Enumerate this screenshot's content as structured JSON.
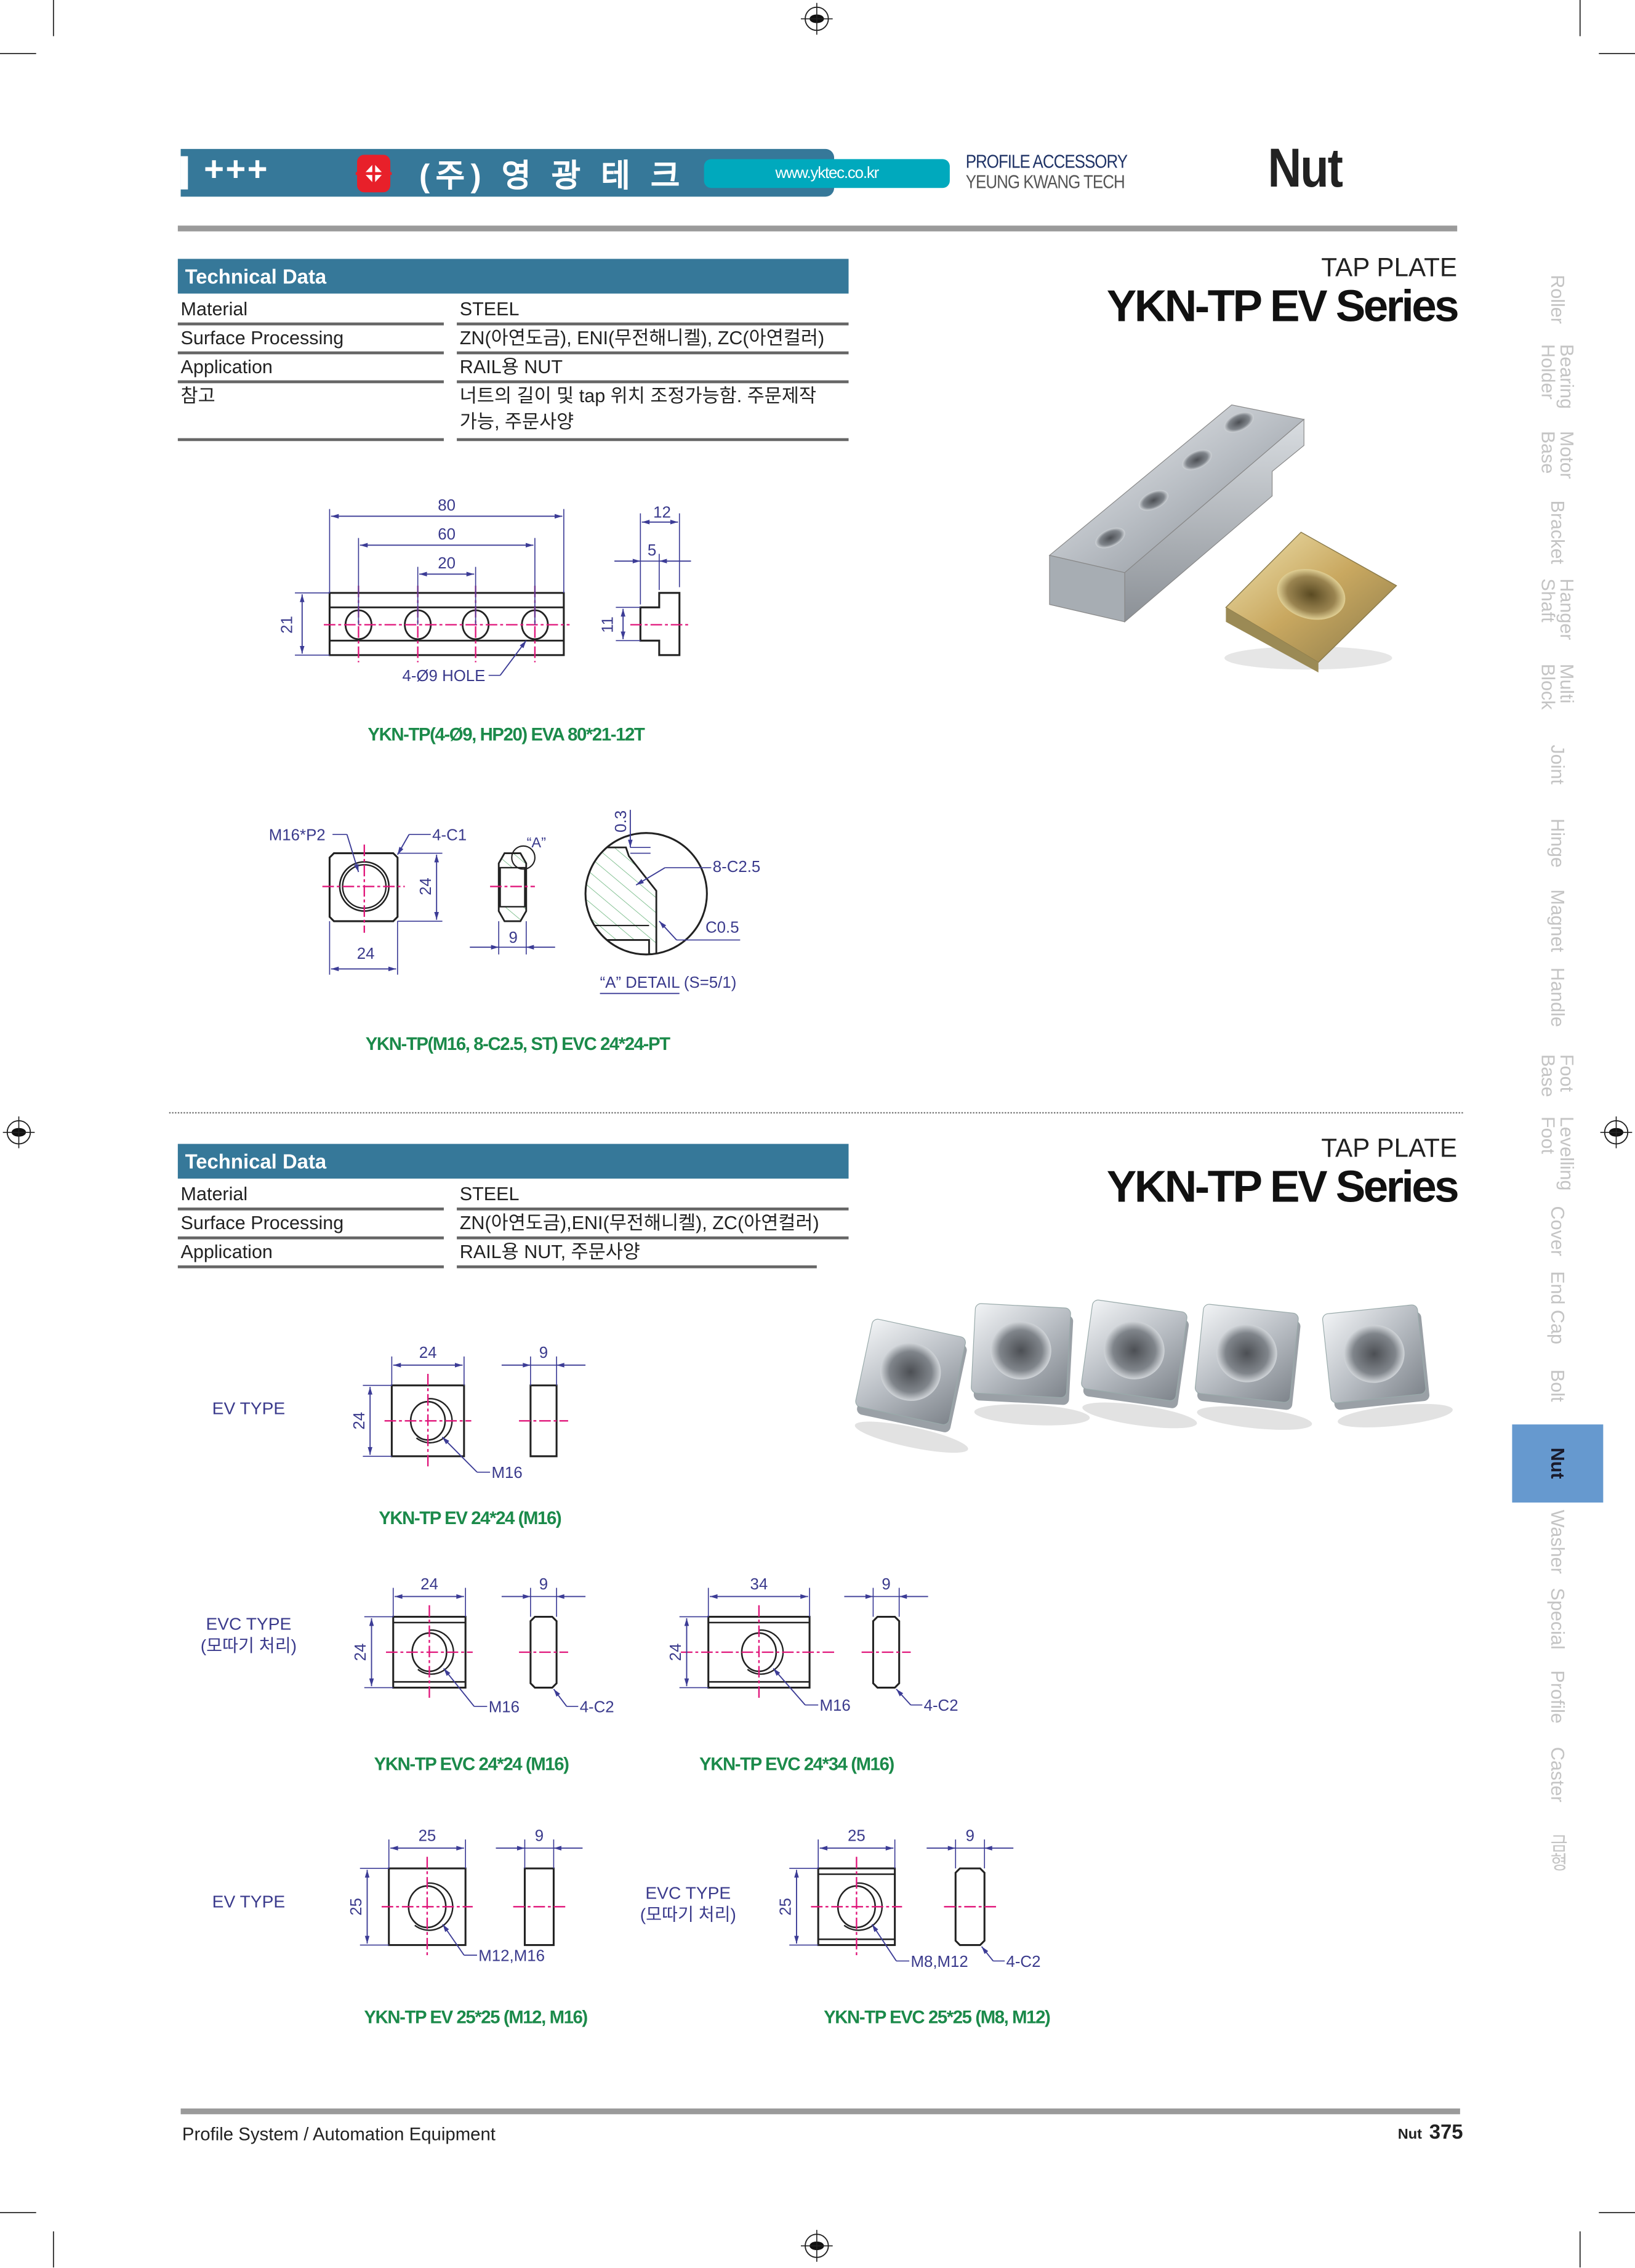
{
  "header": {
    "plus": "+++",
    "company": "(주) 영 광 테 크",
    "url": "www.yktec.co.kr",
    "category_line1": "PROFILE ACCESSORY",
    "category_line2": "YEUNG KWANG TECH",
    "section": "Nut"
  },
  "side_tabs": [
    "Roller",
    "Bearing\nHolder",
    "Motor\nBase",
    "Bracket",
    "Hanger\nShaft",
    "Multi\nBlock",
    "Joint",
    "Hinge",
    "Magnet",
    "Handle",
    "Foot\nBase",
    "Levelling\nFoot",
    "Cover",
    "End Cap",
    "Bolt",
    "Nut",
    "Washer",
    "Special",
    "Profile",
    "Caster",
    "금형"
  ],
  "active_tab": "Nut",
  "products": [
    {
      "subtitle": "TAP PLATE",
      "title": "YKN-TP EV Series",
      "tech_header": "Technical Data",
      "rows": [
        {
          "label": "Material",
          "value": "STEEL"
        },
        {
          "label": "Surface Processing",
          "value": "ZN(아연도금), ENI(무전해니켈), ZC(아연컬러)"
        },
        {
          "label": "Application",
          "value": "RAIL용 NUT"
        },
        {
          "label": "참고",
          "value": "너트의 길이 및 tap 위치 조정가능함. 주문제작\n가능, 주문사양"
        }
      ]
    },
    {
      "subtitle": "TAP PLATE",
      "title": "YKN-TP EV Series",
      "tech_header": "Technical Data",
      "rows": [
        {
          "label": "Material",
          "value": "STEEL"
        },
        {
          "label": "Surface Processing",
          "value": "ZN(아연도금),ENI(무전해니켈), ZC(아연컬러)"
        },
        {
          "label": "Application",
          "value": "RAIL용 NUT, 주문사양"
        }
      ]
    }
  ],
  "drawings": {
    "plate": {
      "length": "80",
      "pitch_outer": "60",
      "pitch": "20",
      "height": "21",
      "side_width": "12",
      "side_step": "5",
      "side_tongue": "11",
      "hole_label": "4-Ø9 HOLE",
      "caption": "YKN-TP(4-Ø9, HP20) EVA 80*21-12T"
    },
    "square": {
      "thread": "M16*P2",
      "corner": "4-C1",
      "width": "24",
      "height": "24",
      "thickness": "9",
      "detail_ref": "“A”",
      "detail_depth": "0.3",
      "detail_chamfer": "8-C2.5",
      "detail_edge": "C0.5",
      "detail_title": "“A” DETAIL (S=5/1)",
      "caption": "YKN-TP(M16, 8-C2.5, ST) EVC 24*24-PT"
    },
    "type_labels": [
      {
        "line1": "EV TYPE"
      },
      {
        "line1": "EVC TYPE",
        "line2": "(모따기 처리)"
      },
      {
        "line1": "EV TYPE"
      },
      {
        "line1": "EVC TYPE",
        "line2": "(모따기 처리)"
      }
    ],
    "nuts": [
      {
        "width": "24",
        "height": "24",
        "thickness": "9",
        "thread": "M16",
        "caption": "YKN-TP EV 24*24 (M16)"
      },
      {
        "width": "24",
        "height": "24",
        "thickness": "9",
        "thread": "M16",
        "chamfer": "4-C2",
        "caption": "YKN-TP EVC 24*24 (M16)"
      },
      {
        "width": "34",
        "height": "24",
        "thickness": "9",
        "thread": "M16",
        "chamfer": "4-C2",
        "caption": "YKN-TP EVC 24*34 (M16)"
      },
      {
        "width": "25",
        "height": "25",
        "thickness": "9",
        "thread": "M12,M16",
        "caption": "YKN-TP EV 25*25 (M12, M16)"
      },
      {
        "width": "25",
        "height": "25",
        "thickness": "9",
        "thread": "M8,M12",
        "chamfer": "4-C2",
        "caption": "YKN-TP EVC 25*25 (M8, M12)"
      }
    ]
  },
  "footer": {
    "left": "Profile System / Automation Equipment",
    "section": "Nut",
    "page": "375"
  },
  "colors": {
    "brand": "#367899",
    "url_pill": "#00a9bd",
    "active_tab": "#6699cf",
    "dimension": "#3a3a8c",
    "centerline": "#e0157a",
    "caption": "#1b8a4a"
  }
}
